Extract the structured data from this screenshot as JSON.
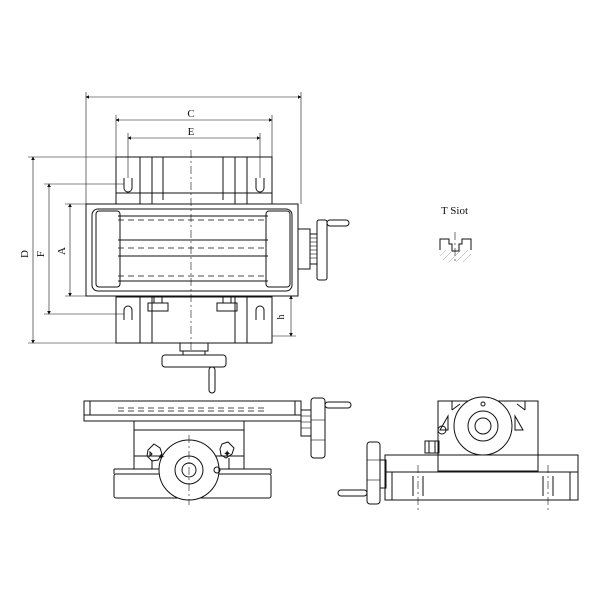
{
  "labels": {
    "c": "C",
    "e": "E",
    "d": "D",
    "f": "F",
    "a": "A",
    "h": "h",
    "tslot": "T Siot"
  },
  "colors": {
    "line": "#111111",
    "background": "#ffffff"
  }
}
